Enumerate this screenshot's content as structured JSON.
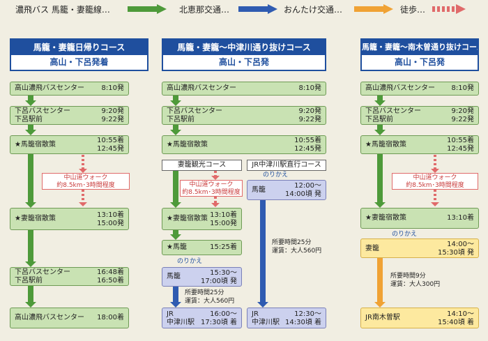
{
  "legend": {
    "bus_nohi": "濃飛バス 馬籠・妻籠線…",
    "bus_kitaena": "北恵那交通…",
    "bus_ontake": "おんたけ交通…",
    "walk": "徒歩…"
  },
  "colors": {
    "green": "#4e9a3a",
    "blue": "#2f5bb1",
    "orange": "#f0a234",
    "red": "#e06a6a",
    "navy": "#1f4f9e"
  },
  "col1": {
    "title": "馬籠・妻籠日帰りコース",
    "subtitle": "高山・下呂発着",
    "stops": [
      {
        "name": "高山濃飛バスセンター",
        "name2": "",
        "time": "8:10発",
        "time2": ""
      },
      {
        "name": "下呂バスセンター",
        "name2": "下呂駅前",
        "time": "9:20発",
        "time2": "9:22発"
      },
      {
        "name": "★馬籠宿散策",
        "name2": "",
        "time": "10:55着",
        "time2": "12:45発"
      },
      {
        "name": "★妻籠宿散策",
        "name2": "",
        "time": "13:10着",
        "time2": "15:00発"
      },
      {
        "name": "下呂バスセンター",
        "name2": "下呂駅前",
        "time": "16:48着",
        "time2": "16:50着"
      },
      {
        "name": "高山濃飛バスセンター",
        "name2": "",
        "time": "18:00着",
        "time2": ""
      }
    ],
    "walk": {
      "line1": "中山道ウォーク",
      "line2": "約8.5km･3時間程度"
    }
  },
  "col2": {
    "title": "馬籠・妻籠～中津川通り抜けコース",
    "subtitle": "高山・下呂発",
    "stops": [
      {
        "name": "高山濃飛バスセンター",
        "time": "8:10発"
      },
      {
        "name": "下呂バスセンター",
        "name2": "下呂駅前",
        "time": "9:20発",
        "time2": "9:22発"
      },
      {
        "name": "★馬籠宿散策",
        "time": "10:55着",
        "time2": "12:45発"
      }
    ],
    "sub_a": {
      "label": "妻籠観光コース",
      "walk": {
        "line1": "中山道ウォーク",
        "line2": "約8.5km･3時間程度"
      },
      "tsumago": {
        "name": "★妻籠宿散策",
        "time": "13:10着",
        "time2": "15:00発"
      },
      "magome": {
        "name": "★馬籠",
        "time": "15:25着"
      },
      "transfer": "のりかえ",
      "bus": {
        "name": "馬籠",
        "time": "15:30～",
        "time2": "17:00頃 発"
      },
      "ride": {
        "line1": "所要時間25分",
        "line2": "運賃：大人560円"
      },
      "arrive": {
        "name": "JR",
        "name2": "中津川駅",
        "time": "16:00～",
        "time2": "17:30頃 着"
      }
    },
    "sub_b": {
      "label": "JR中津川駅直行コース",
      "transfer": "のりかえ",
      "bus": {
        "name": "馬籠",
        "time": "12:00～",
        "time2": "14:00頃 発"
      },
      "ride": {
        "line1": "所要時間25分",
        "line2": "運賃：大人560円"
      },
      "arrive": {
        "name": "JR",
        "name2": "中津川駅",
        "time": "12:30～",
        "time2": "14:30頃 着"
      }
    }
  },
  "col3": {
    "title": "馬籠・妻籠～南木曽通り抜けコース",
    "subtitle": "高山・下呂発",
    "stops": [
      {
        "name": "高山濃飛バスセンター",
        "time": "8:10発"
      },
      {
        "name": "下呂バスセンター",
        "name2": "下呂駅前",
        "time": "9:20発",
        "time2": "9:22発"
      },
      {
        "name": "★馬籠宿散策",
        "time": "10:55着",
        "time2": "12:45発"
      },
      {
        "name": "★妻籠宿散策",
        "time": "13:10着"
      }
    ],
    "walk": {
      "line1": "中山道ウォーク",
      "line2": "約8.5km･3時間程度"
    },
    "transfer": "のりかえ",
    "bus": {
      "name": "妻籠",
      "time": "14:00～",
      "time2": "15:30頃 発"
    },
    "ride": {
      "line1": "所要時間9分",
      "line2": "運賃：大人300円"
    },
    "arrive": {
      "name": "JR南木曽駅",
      "time": "14:10～",
      "time2": "15:40頃 着"
    }
  }
}
